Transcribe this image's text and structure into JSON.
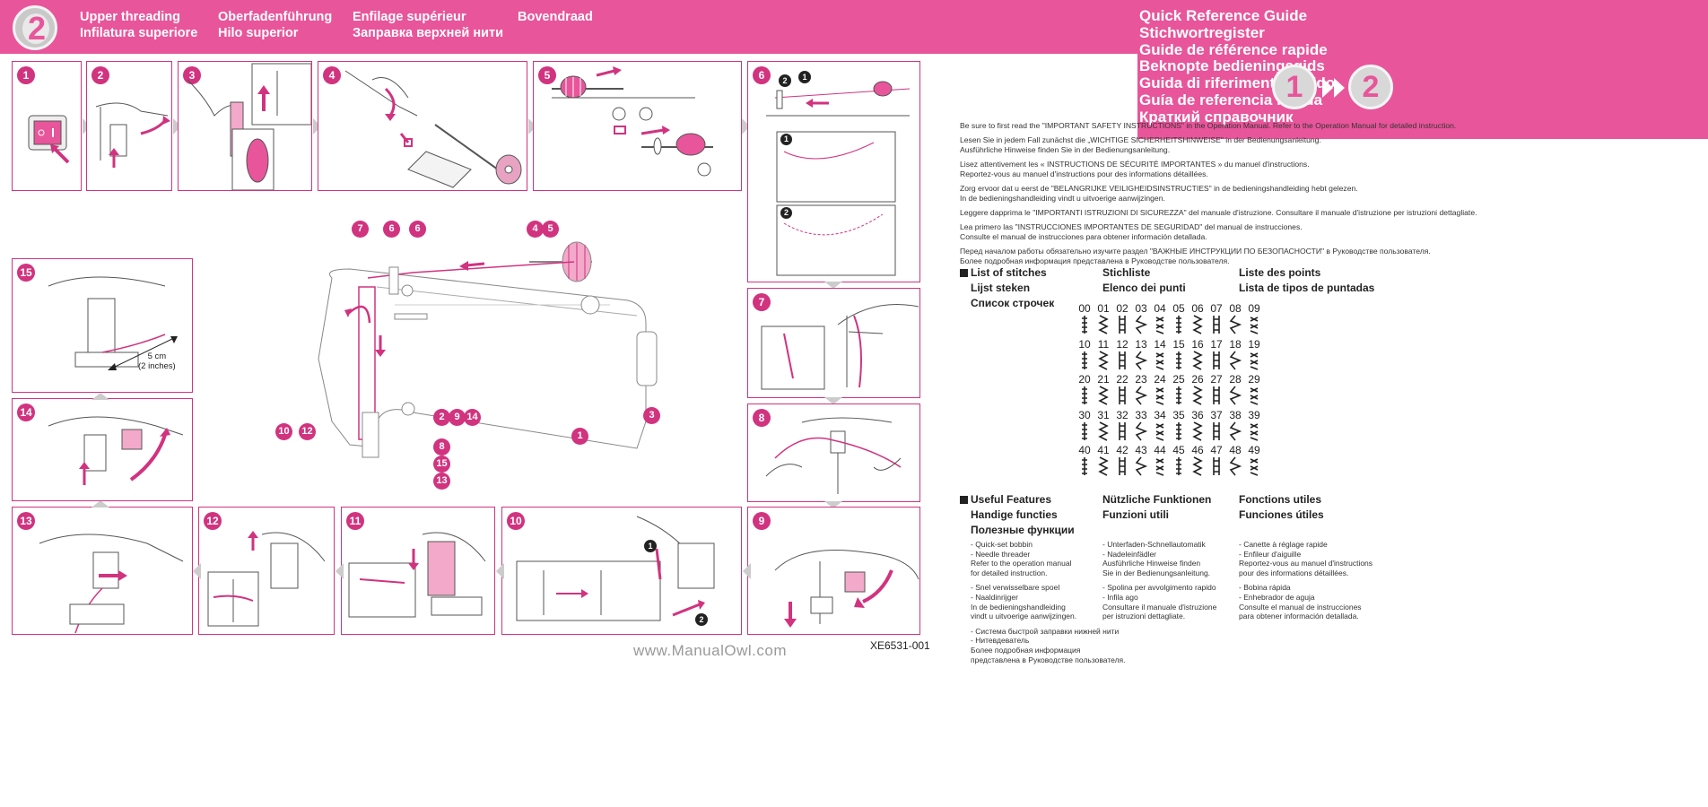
{
  "left_header": {
    "step_number": "2",
    "columns": [
      {
        "line1": "Upper threading",
        "line2": "Infilatura superiore"
      },
      {
        "line1": "Oberfadenführung",
        "line2": "Hilo superior"
      },
      {
        "line1": "Enfilage supérieur",
        "line2": "Заправка верхней нити"
      },
      {
        "line1": "Bovendraad",
        "line2": ""
      }
    ]
  },
  "right_header": {
    "titles": [
      "Quick Reference Guide",
      "Stichwortregister",
      "Guide de référence rapide",
      "Beknopte bedieningsgids",
      "Guida di riferimento rapido",
      "Guía de referencia rápida",
      "Краткий справочник"
    ],
    "icon_step_from": "1",
    "icon_step_to": "2"
  },
  "safety_notes": [
    [
      "Be sure to first read the \"IMPORTANT SAFETY INSTRUCTIONS\" in the Operation Manual. Refer to the Operation Manual for detailed instruction."
    ],
    [
      "Lesen Sie in jedem Fall zunächst die „WICHTIGE SICHERHEITSHINWEISE\" in der Bedienungsanleitung.",
      "Ausführliche Hinweise finden Sie in der Bedienungsanleitung."
    ],
    [
      "Lisez attentivement les « INSTRUCTIONS DE SÉCURITÉ IMPORTANTES » du manuel d'instructions.",
      "Reportez-vous au manuel d'instructions pour des informations détaillées."
    ],
    [
      "Zorg ervoor dat u eerst de \"BELANGRIJKE VEILIGHEIDSINSTRUCTIES\" in de bedieningshandleiding hebt gelezen.",
      "In de bedieningshandleiding vindt u uitvoerige aanwijzingen."
    ],
    [
      "Leggere dapprima le \"IMPORTANTI ISTRUZIONI DI SICUREZZA\" del manuale d'istruzione. Consultare il manuale d'istruzione per istruzioni dettagliate."
    ],
    [
      "Lea primero las \"INSTRUCCIONES IMPORTANTES DE SEGURIDAD\" del manual de instrucciones.",
      "Consulte el manual de instrucciones para obtener información detallada."
    ],
    [
      "Перед началом работы обязательно изучите раздел \"ВАЖНЫЕ ИНСТРУКЦИИ ПО БЕЗОПАСНОСТИ\" в Руководстве пользователя.",
      "Более подробная информация представлена в Руководстве пользователя."
    ]
  ],
  "stitch_list": {
    "col1": [
      "List of stitches",
      "Lijst steken",
      "Список строчек"
    ],
    "col2": [
      "Stichliste",
      "Elenco dei punti"
    ],
    "col3": [
      "Liste des points",
      "Lista de tipos de puntadas"
    ],
    "rows": [
      [
        "00",
        "01",
        "02",
        "03",
        "04",
        "05",
        "06",
        "07",
        "08",
        "09"
      ],
      [
        "10",
        "11",
        "12",
        "13",
        "14",
        "15",
        "16",
        "17",
        "18",
        "19"
      ],
      [
        "20",
        "21",
        "22",
        "23",
        "24",
        "25",
        "26",
        "27",
        "28",
        "29"
      ],
      [
        "30",
        "31",
        "32",
        "33",
        "34",
        "35",
        "36",
        "37",
        "38",
        "39"
      ],
      [
        "40",
        "41",
        "42",
        "43",
        "44",
        "45",
        "46",
        "47",
        "48",
        "49"
      ]
    ]
  },
  "useful_features": {
    "col1_title": [
      "Useful Features",
      "Handige functies",
      "Полезные функции"
    ],
    "col2_title": [
      "Nützliche Funktionen",
      "Funzioni utili"
    ],
    "col3_title": [
      "Fonctions utiles",
      "Funciones útiles"
    ],
    "col1_groups": [
      [
        "- Quick-set bobbin",
        "- Needle threader",
        "Refer to the operation manual",
        "for detailed instruction."
      ],
      [
        "- Snel verwisselbare spoel",
        "- Naaldinrijger",
        "In de bedieningshandleiding",
        "vindt u uitvoerige aanwijzingen."
      ],
      [
        "- Система быстрой заправки нижней нити",
        "- Нитевдеватель",
        "Более подробная информация",
        "представлена в Руководстве пользователя."
      ]
    ],
    "col2_groups": [
      [
        "- Unterfaden-Schnellautomatik",
        "- Nadeleinfädler",
        "Ausführliche Hinweise finden",
        "Sie in der Bedienungsanleitung."
      ],
      [
        "- Spolina per avvolgimento rapido",
        "- Infila ago",
        "Consultare il manuale d'istruzione",
        "per istruzioni dettagliate."
      ]
    ],
    "col3_groups": [
      [
        "- Canette à réglage rapide",
        "- Enfileur d'aiguille",
        "Reportez-vous au manuel d'instructions",
        "pour des informations détaillées."
      ],
      [
        "- Bobina rápida",
        "- Enhebrador de aguja",
        "Consulte el manual de instrucciones",
        "para obtener información detallada."
      ]
    ]
  },
  "steps": {
    "p1": "1",
    "p2": "2",
    "p3": "3",
    "p4": "4",
    "p5": "5",
    "p6": "6",
    "p7": "7",
    "p8": "8",
    "p9": "9",
    "p10": "10",
    "p11": "11",
    "p12": "12",
    "p13": "13",
    "p14": "14",
    "p15": "15",
    "p15_label1": "5 cm",
    "p15_label2": "(2 inches)",
    "sub1": "1",
    "sub2": "2"
  },
  "machine_callouts": {
    "c7": "7",
    "c6a": "6",
    "c6b": "6",
    "c4": "4",
    "c5": "5",
    "c2": "2",
    "c9": "9",
    "c14": "14",
    "c10": "10",
    "c12": "12",
    "c1": "1",
    "c3": "3",
    "c8": "8",
    "c15": "15",
    "c13": "13"
  },
  "footer": {
    "code": "XE6531-001",
    "watermark": "www.ManualOwl.com"
  },
  "colors": {
    "accent": "#e8559a",
    "panel_border": "#d1337f"
  }
}
